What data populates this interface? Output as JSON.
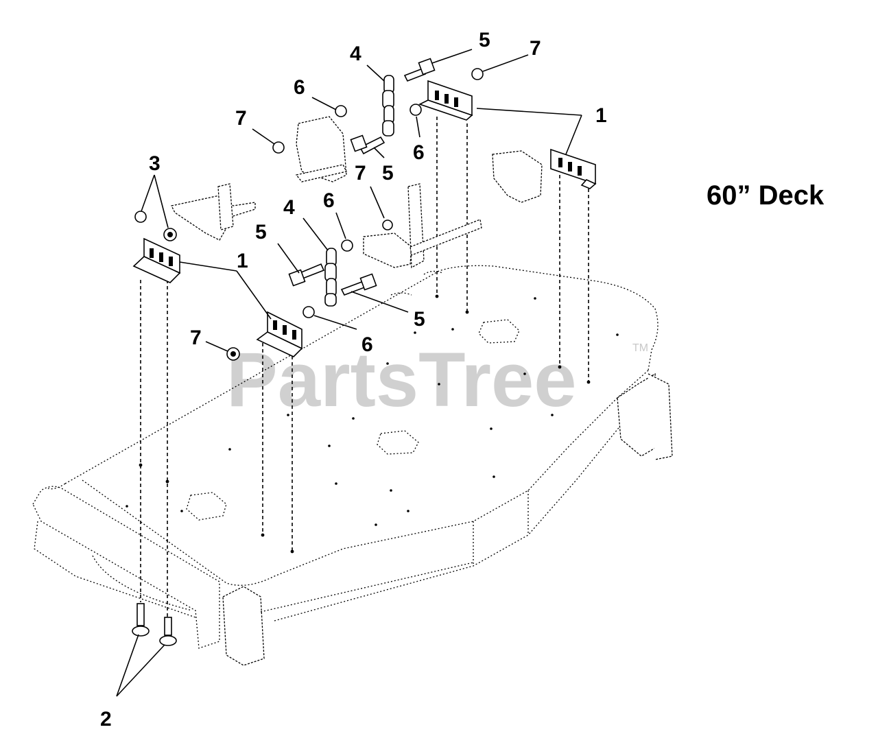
{
  "title": "60” Deck",
  "watermark": "PartsTree",
  "watermark_mark": "TM",
  "callouts": [
    {
      "id": "c1a",
      "label": "1"
    },
    {
      "id": "c1b",
      "label": "1"
    },
    {
      "id": "c2",
      "label": "2"
    },
    {
      "id": "c3",
      "label": "3"
    },
    {
      "id": "c4a",
      "label": "4"
    },
    {
      "id": "c4b",
      "label": "4"
    },
    {
      "id": "c5a",
      "label": "5"
    },
    {
      "id": "c5b",
      "label": "5"
    },
    {
      "id": "c5c",
      "label": "5"
    },
    {
      "id": "c5d",
      "label": "5"
    },
    {
      "id": "c6a",
      "label": "6"
    },
    {
      "id": "c6b",
      "label": "6"
    },
    {
      "id": "c6c",
      "label": "6"
    },
    {
      "id": "c6d",
      "label": "6"
    },
    {
      "id": "c7a",
      "label": "7"
    },
    {
      "id": "c7b",
      "label": "7"
    },
    {
      "id": "c7c",
      "label": "7"
    },
    {
      "id": "c7d",
      "label": "7"
    }
  ]
}
